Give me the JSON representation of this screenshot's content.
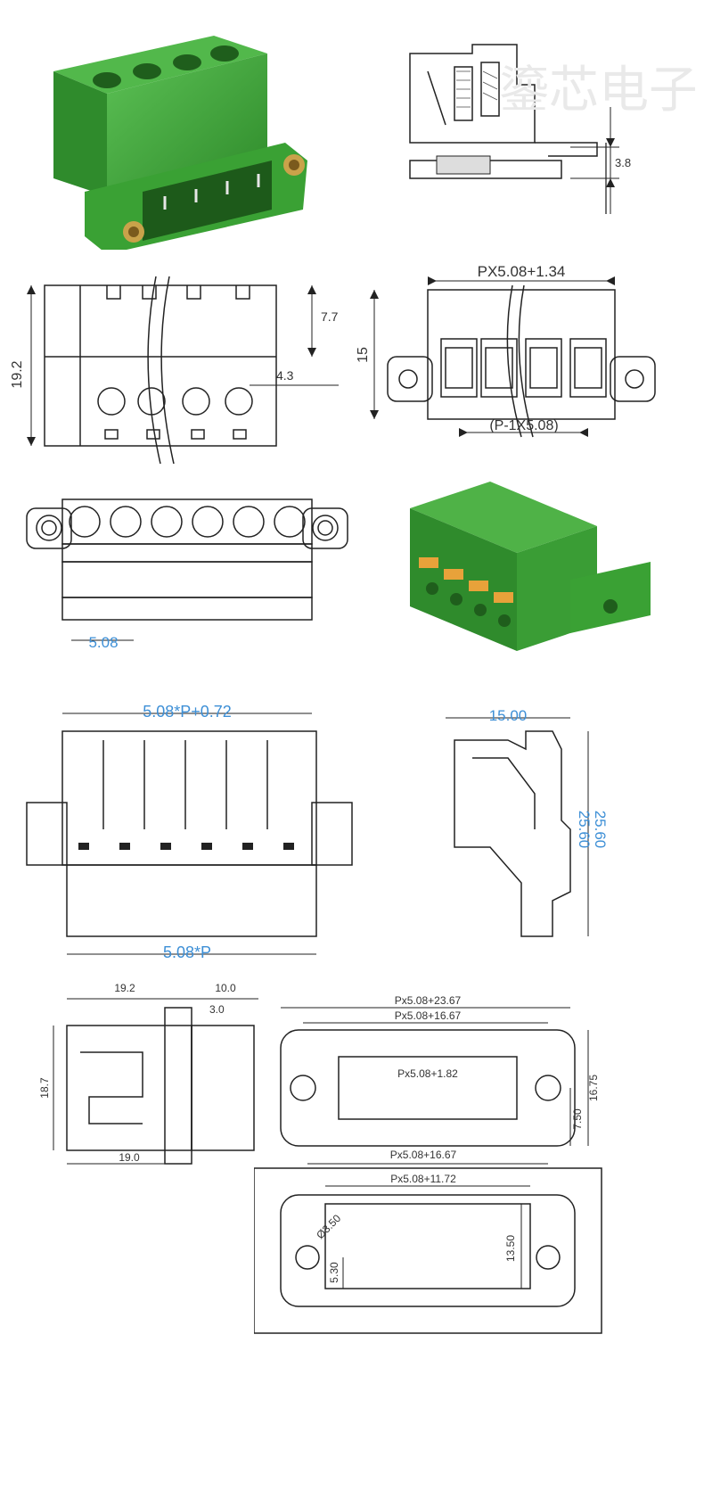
{
  "watermark": "鎏芯电子",
  "panels": {
    "side_section_top": {
      "dims": [
        "3.8"
      ]
    },
    "front_view_top": {
      "dims": [
        "19.2",
        "7.7",
        "4.3"
      ]
    },
    "face_view_top": {
      "dims": [
        "PX5.08+1.34",
        "15",
        "(P-1X5.08)"
      ]
    },
    "plug_front_view": {
      "dims": [
        "5.08"
      ]
    },
    "plug_top_view": {
      "dims": [
        "5.08*P+0.72",
        "5.08*P"
      ]
    },
    "plug_side_section": {
      "dims": [
        "15.00",
        "25.60",
        "25.60"
      ]
    },
    "panel_side_view": {
      "dims": [
        "19.2",
        "10.0",
        "3.0",
        "18.7",
        "19.0"
      ]
    },
    "panel_flange_view": {
      "dims": [
        "Px5.08+23.67",
        "Px5.08+16.67",
        "Px5.08+1.82",
        "16.75",
        "7.50"
      ]
    },
    "panel_cutout_view": {
      "dims": [
        "Px5.08+16.67",
        "Px5.08+11.72",
        "Ø3.50",
        "13.50",
        "5.30"
      ]
    }
  },
  "colors": {
    "connector_green": "#3a9d35",
    "dimension_blue": "#3d8fd6",
    "line": "#222222"
  }
}
